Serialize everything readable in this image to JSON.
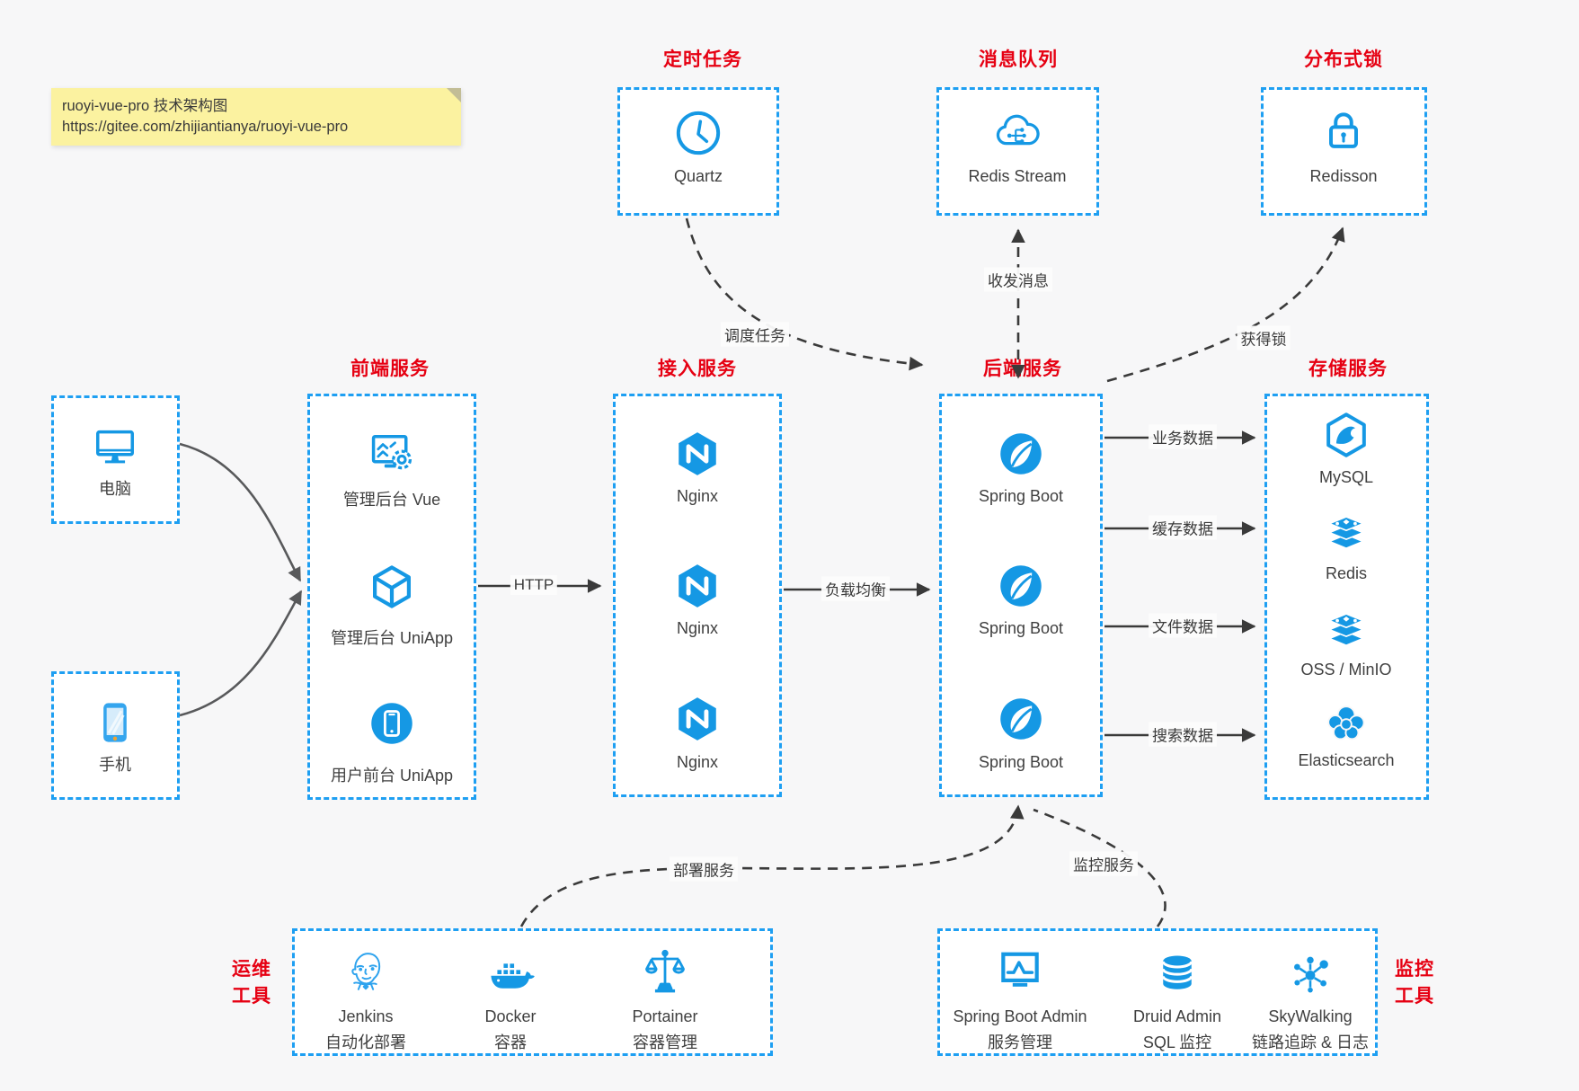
{
  "note": {
    "line1": "ruoyi-vue-pro 技术架构图",
    "line2": "https://gitee.com/zhijiantianya/ruoyi-vue-pro"
  },
  "colors": {
    "accent_blue": "#1598e4",
    "border_blue": "#1e9ff2",
    "title_red": "#e60012",
    "text_dark": "#3f3f3f",
    "arrow_dark": "#3a3a3a",
    "arrow_gray": "#58595b",
    "note_bg": "#fbf2a0"
  },
  "devices": [
    {
      "icon": "desktop-icon",
      "label": "电脑"
    },
    {
      "icon": "smartphone-icon",
      "label": "手机"
    }
  ],
  "groups": [
    {
      "id": "scheduled",
      "title": "定时任务",
      "items": [
        {
          "icon": "clock-icon",
          "label": "Quartz"
        }
      ]
    },
    {
      "id": "mq",
      "title": "消息队列",
      "items": [
        {
          "icon": "cloud-queue-icon",
          "label": "Redis Stream"
        }
      ]
    },
    {
      "id": "lock",
      "title": "分布式锁",
      "items": [
        {
          "icon": "lock-icon",
          "label": "Redisson"
        }
      ]
    },
    {
      "id": "frontend",
      "title": "前端服务",
      "items": [
        {
          "icon": "admin-vue-icon",
          "label": "管理后台 Vue"
        },
        {
          "icon": "uniapp-cube-icon",
          "label": "管理后台 UniApp"
        },
        {
          "icon": "mobile-app-icon",
          "label": "用户前台 UniApp"
        }
      ]
    },
    {
      "id": "gateway",
      "title": "接入服务",
      "items": [
        {
          "icon": "nginx-icon",
          "label": "Nginx"
        },
        {
          "icon": "nginx-icon",
          "label": "Nginx"
        },
        {
          "icon": "nginx-icon",
          "label": "Nginx"
        }
      ]
    },
    {
      "id": "backend",
      "title": "后端服务",
      "items": [
        {
          "icon": "spring-boot-icon",
          "label": "Spring Boot"
        },
        {
          "icon": "spring-boot-icon",
          "label": "Spring Boot"
        },
        {
          "icon": "spring-boot-icon",
          "label": "Spring Boot"
        }
      ]
    },
    {
      "id": "storage",
      "title": "存储服务",
      "items": [
        {
          "icon": "mysql-icon",
          "label": "MySQL"
        },
        {
          "icon": "redis-stack-icon",
          "label": "Redis"
        },
        {
          "icon": "redis-stack-icon",
          "label": "OSS / MinIO"
        },
        {
          "icon": "elasticsearch-icon",
          "label": "Elasticsearch"
        }
      ]
    }
  ],
  "ops": {
    "side_label": [
      "运维",
      "工具"
    ],
    "items": [
      {
        "icon": "jenkins-icon",
        "label": "Jenkins",
        "sublabel": "自动化部署"
      },
      {
        "icon": "docker-icon",
        "label": "Docker",
        "sublabel": "容器"
      },
      {
        "icon": "portainer-icon",
        "label": "Portainer",
        "sublabel": "容器管理"
      }
    ]
  },
  "monitoring": {
    "side_label": [
      "监控",
      "工具"
    ],
    "items": [
      {
        "icon": "spring-boot-admin-icon",
        "label": "Spring Boot Admin",
        "sublabel": "服务管理"
      },
      {
        "icon": "druid-icon",
        "label": "Druid Admin",
        "sublabel": "SQL 监控"
      },
      {
        "icon": "skywalking-icon",
        "label": "SkyWalking",
        "sublabel": "链路追踪 & 日志"
      }
    ]
  },
  "edges": {
    "http": "HTTP",
    "load_balance": "负载均衡",
    "schedule_task": "调度任务",
    "send_receive_message": "收发消息",
    "acquire_lock": "获得锁",
    "business_data": "业务数据",
    "cache_data": "缓存数据",
    "file_data": "文件数据",
    "search_data": "搜索数据",
    "deploy_service": "部署服务",
    "monitor_service": "监控服务"
  }
}
